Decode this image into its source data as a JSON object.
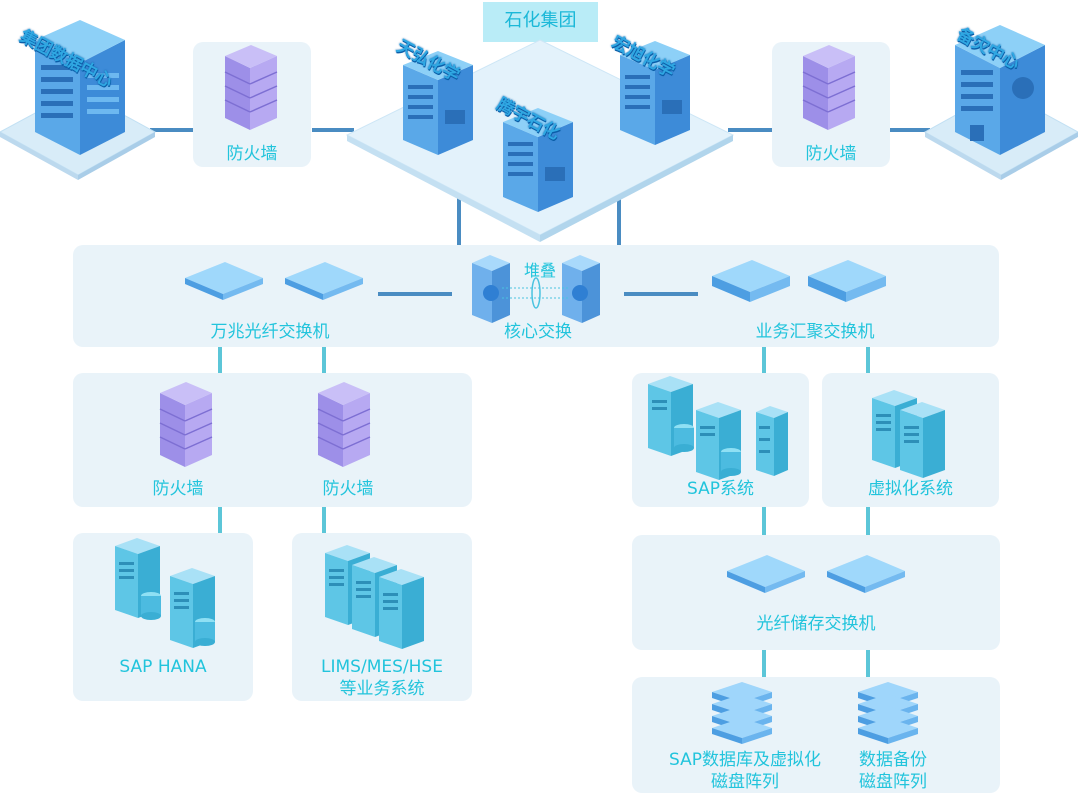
{
  "top": {
    "group_title": "石化集团",
    "left_building": "集团数据中心",
    "right_building": "备灾中心",
    "campus_buildings": [
      "天弘化学",
      "宏旭化学",
      "腾宇石化"
    ],
    "fw_left": "防火墙",
    "fw_right": "防火墙"
  },
  "core": {
    "fiber_switch": "万兆光纤交换机",
    "stack": "堆叠",
    "core_switch": "核心交换",
    "agg_switch": "业务汇聚交换机"
  },
  "left_branch": {
    "fw1": "防火墙",
    "fw2": "防火墙",
    "sap_hana": "SAP HANA",
    "lims_line1": "LIMS/MES/HSE",
    "lims_line2": "等业务系统"
  },
  "right_branch": {
    "sap_system": "SAP系统",
    "virtual_system": "虚拟化系统",
    "storage_switch": "光纤储存交换机",
    "disk1_line1": "SAP数据库及虚拟化",
    "disk1_line2": "磁盘阵列",
    "disk2_line1": "数据备份",
    "disk2_line2": "磁盘阵列"
  },
  "colors": {
    "panel": "#e9f3f9",
    "label": "#22c4dc",
    "connector": "#4a8cc2",
    "server": "#7fc3ef"
  }
}
